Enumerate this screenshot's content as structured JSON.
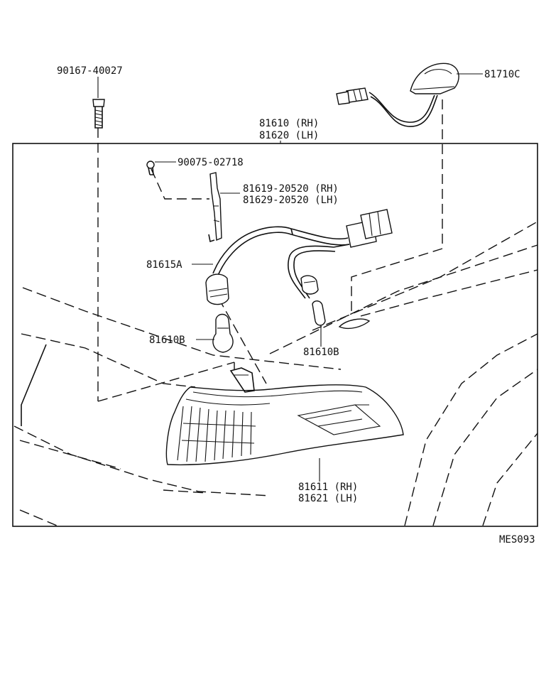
{
  "diagram_code": "MES093",
  "parts": {
    "screw": "90167-40027",
    "side_lamp": "81710C",
    "lamp_assy_rh": "81610 (RH)",
    "lamp_assy_lh": "81620 (LH)",
    "bolt": "90075-02718",
    "bracket_rh": "81619-20520 (RH)",
    "bracket_lh": "81629-20520 (LH)",
    "socket_wire": "81615A",
    "bulb_left": "81610B",
    "bulb_right": "81610B",
    "lens_rh": "81611 (RH)",
    "lens_lh": "81621 (LH)"
  }
}
